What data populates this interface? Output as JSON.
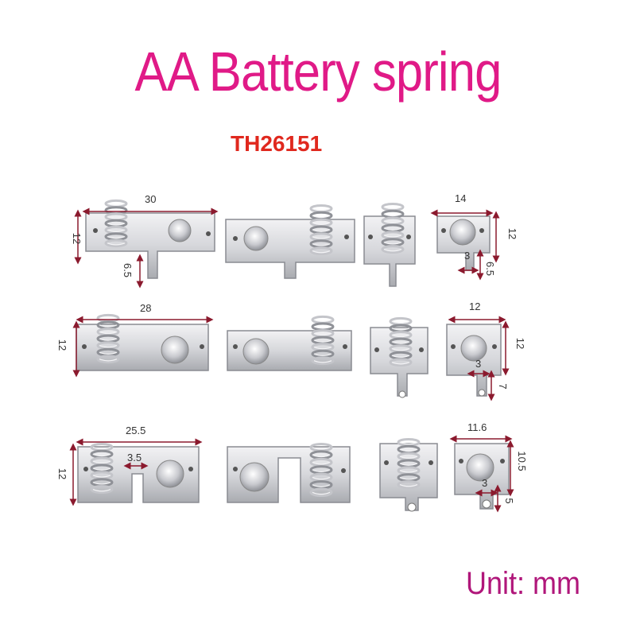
{
  "title": "AA Battery spring",
  "model": "TH26151",
  "unit": "Unit: mm",
  "colors": {
    "title": "#e01a87",
    "model": "#e0281e",
    "unit": "#b0167a",
    "dimension_line": "#8b1a2e",
    "metal_light": "#e9e9ec",
    "metal_dark": "#9ea0a6"
  },
  "dimensions": {
    "row1": {
      "width": "30",
      "height": "12",
      "tab": "6.5",
      "small_width": "14",
      "small_height": "12",
      "small_tab_width": "3",
      "small_tab": "6.5"
    },
    "row2": {
      "width": "28",
      "height": "12",
      "small_width": "12",
      "small_height": "12",
      "small_tab_width": "3",
      "small_tab": "7"
    },
    "row3": {
      "width": "25.5",
      "height": "12",
      "slot": "3.5",
      "small_width": "11.6",
      "small_height": "10.5",
      "small_tab_width": "3",
      "small_tab": "5"
    }
  }
}
